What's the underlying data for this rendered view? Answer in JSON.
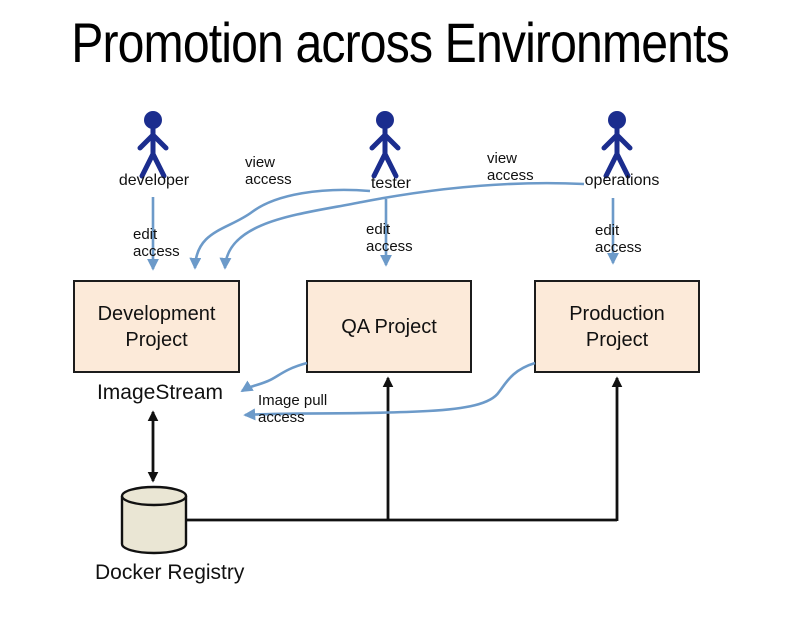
{
  "title": "Promotion across Environments",
  "actors": {
    "developer": "developer",
    "tester": "tester",
    "operations": "operations"
  },
  "projects": {
    "development": "Development Project",
    "qa": "QA Project",
    "production": "Production Project"
  },
  "annotations": {
    "edit_access": "edit access",
    "view_access": "view access",
    "image_pull_access": "Image pull access"
  },
  "nodes": {
    "imagestream": "ImageStream",
    "docker_registry": "Docker Registry"
  },
  "colors": {
    "actor_figure": "#1b2d8e",
    "connector_blue": "#6c9ac9",
    "connector_black": "#111111",
    "project_box_fill": "#fcead9",
    "project_box_border": "#1c1c1c",
    "registry_fill": "#eae6d4"
  }
}
